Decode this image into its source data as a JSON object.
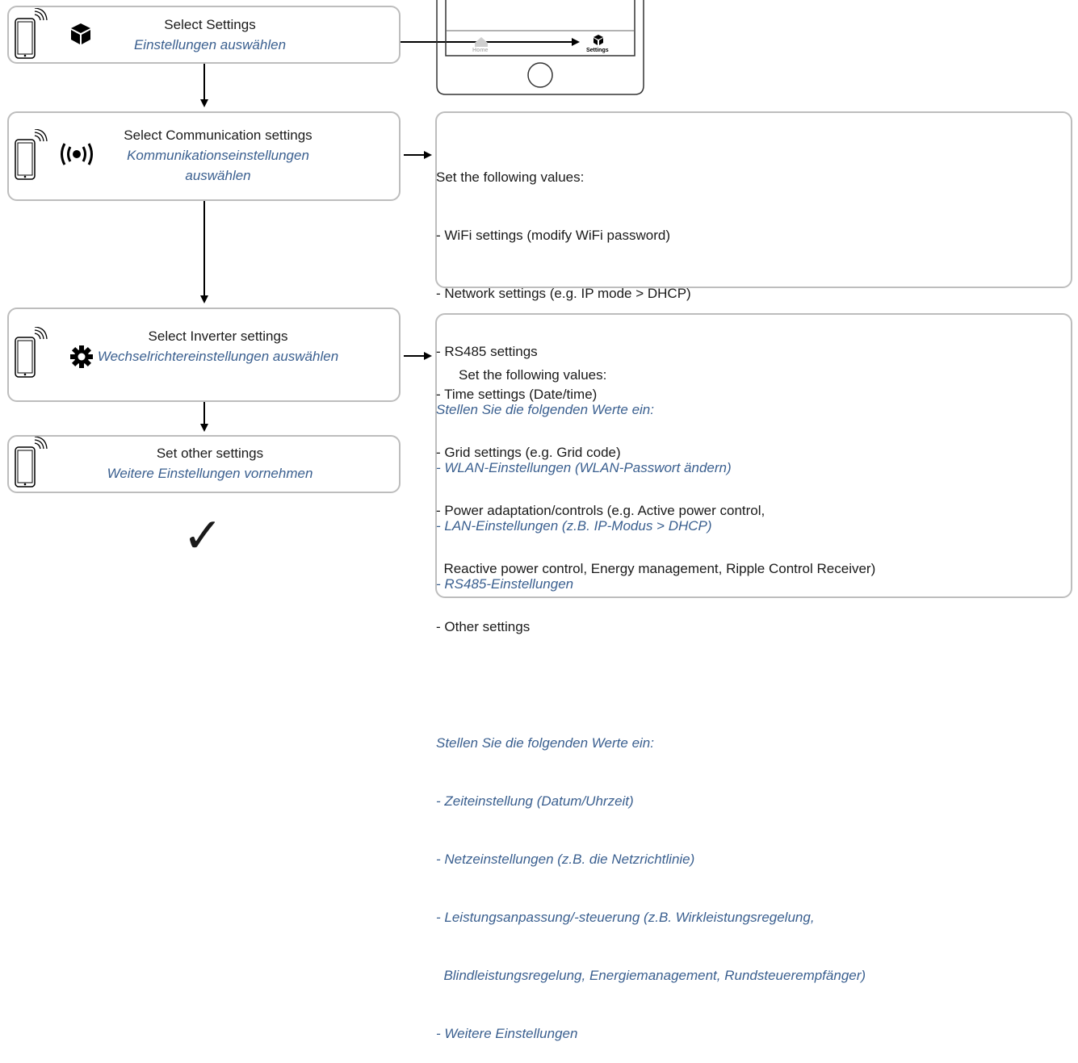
{
  "steps": [
    {
      "en": "Select Settings",
      "de": "Einstellungen auswählen",
      "icon": "cube-icon"
    },
    {
      "en": "Select Communication settings",
      "de": "Kommunikationseinstellungen auswählen",
      "icon": "wireless-signal-icon"
    },
    {
      "en": "Select Inverter settings",
      "de": "Wechselrichtereinstellungen auswählen",
      "icon": "gear-icon"
    },
    {
      "en": "Set other settings",
      "de": "Weitere Einstellungen vornehmen",
      "icon": "tablet-icon"
    }
  ],
  "phone": {
    "home_label": "Home",
    "settings_label": "Settings"
  },
  "comm_info": {
    "en_lines": [
      "Set the following values:",
      "- WiFi settings (modify WiFi password)",
      "- Network settings (e.g. IP mode > DHCP)",
      "- RS485 settings"
    ],
    "de_lines": [
      "Stellen Sie die folgenden Werte ein:",
      "- WLAN-Einstellungen (WLAN-Passwort ändern)",
      "- LAN-Einstellungen (z.B. IP-Modus > DHCP)",
      "- RS485-Einstellungen"
    ]
  },
  "inverter_info": {
    "en_lines": [
      "Set the following values:",
      "- Time settings (Date/time)",
      "- Grid settings (e.g. Grid code)",
      "- Power adaptation/controls (e.g. Active power control,",
      "  Reactive power control, Energy management, Ripple Control Receiver)",
      "- Other settings"
    ],
    "de_lines": [
      "Stellen Sie die folgenden Werte ein:",
      "- Zeiteinstellung (Datum/Uhrzeit)",
      "- Netzeinstellungen (z.B. die Netzrichtlinie)",
      "- Leistungsanpassung/-steuerung (z.B. Wirkleistungsregelung,",
      "  Blindleistungsregelung, Energiemanagement, Rundsteuerempfänger)",
      "- Weitere Einstellungen"
    ]
  },
  "done_symbol": "✓",
  "colors": {
    "german_text": "#3a5f8f",
    "box_border": "#bdbdbd"
  }
}
